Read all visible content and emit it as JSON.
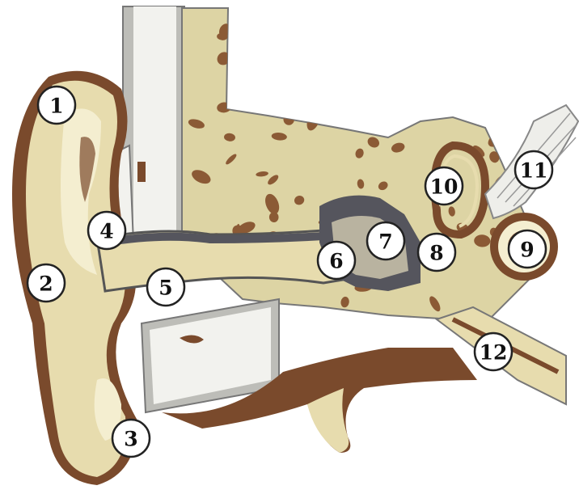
{
  "diagram": {
    "labels": [
      "1",
      "2",
      "3",
      "4",
      "5",
      "6",
      "7",
      "8",
      "9",
      "10",
      "11",
      "12"
    ]
  },
  "colors": {
    "skin": "#e7dcae",
    "skin_light": "#f4eed0",
    "shade": "#7a4a2c",
    "dark_canal": "#55555d",
    "bone": "#ddd4a4",
    "bone_spot": "#8b5a35",
    "marrow": "#f2f2ee",
    "outline": "#777777"
  }
}
